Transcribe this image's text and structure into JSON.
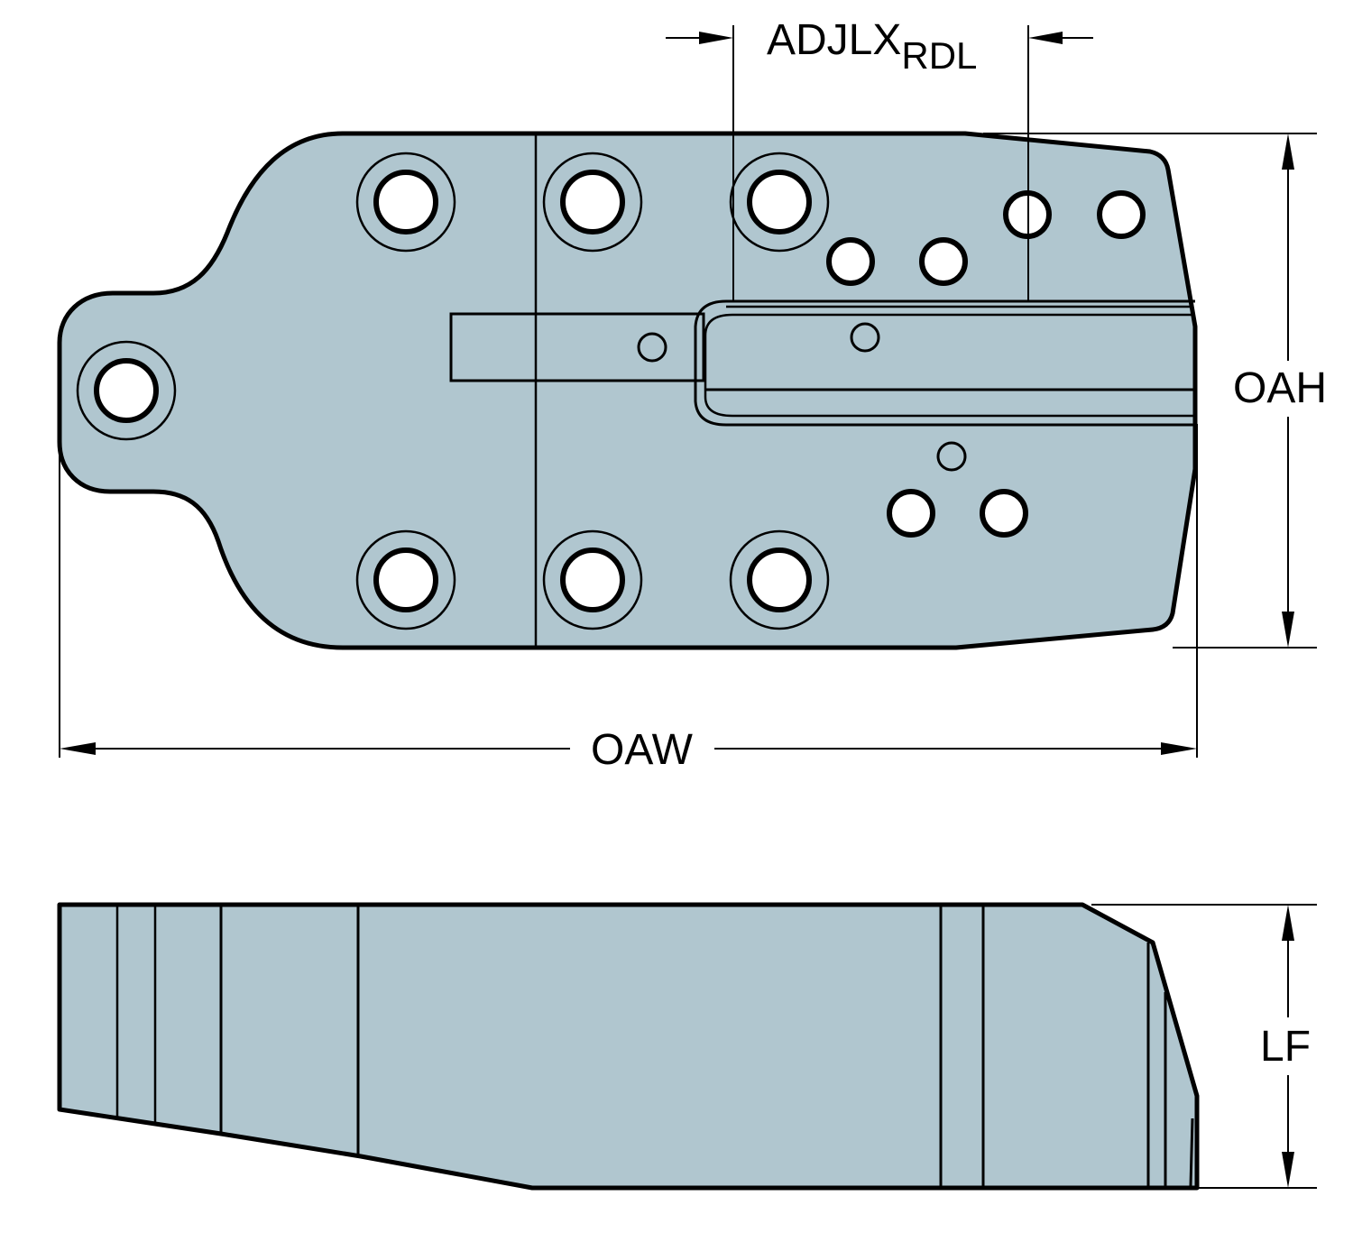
{
  "dimensions": {
    "adjlx_main": "ADJLX",
    "adjlx_sub": "RDL",
    "oah": "OAH",
    "oaw": "OAW",
    "lf": "LF"
  },
  "colors": {
    "part_fill": "#b0c6cf",
    "outline": "#000000"
  }
}
